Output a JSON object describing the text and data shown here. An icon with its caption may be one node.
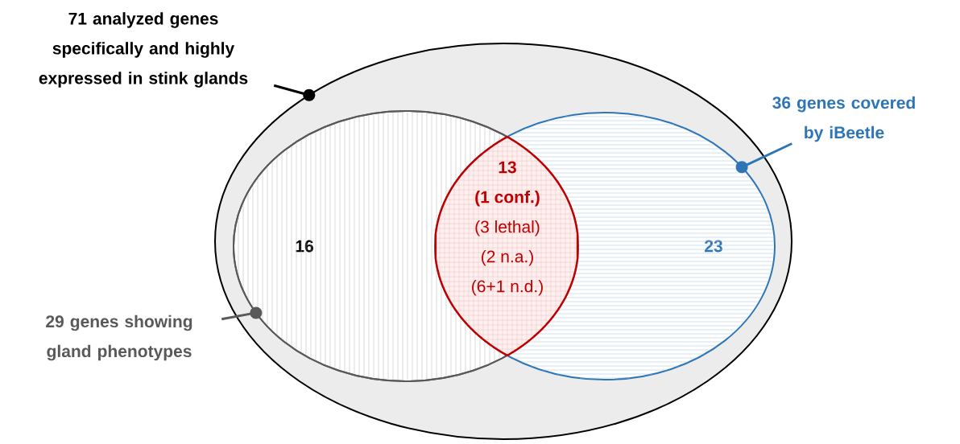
{
  "diagram": {
    "nodes": [
      {
        "text": [
          "71 analyzed genes specifically and highly expressed in stink glands"
        ]
      },
      {
        "text": [],
        "shape": "ellipse"
      },
      {
        "text": [
          "16"
        ],
        "in": 1
      },
      {
        "text": [
          "23"
        ],
        "in": 1
      },
      {
        "text": [
          "13",
          "(1 conf.)",
          "(3 lethal)",
          "(2 n.a.)",
          "(6+1 n.d.)"
        ]
      },
      {
        "text": [
          "36 genes covered by iBeetle"
        ]
      },
      {
        "text": [
          "29 genes showing gland phenotypes"
        ]
      }
    ],
    "edges": [
      {
        "from": 0,
        "to": 1,
        "arrow": "other",
        "color": "#000000"
      },
      {
        "from": 5,
        "to": 3,
        "arrow": "other",
        "color": "#2e75b6"
      },
      {
        "from": 6,
        "to": 2,
        "arrow": "other",
        "color": "#595959"
      }
    ]
  }
}
